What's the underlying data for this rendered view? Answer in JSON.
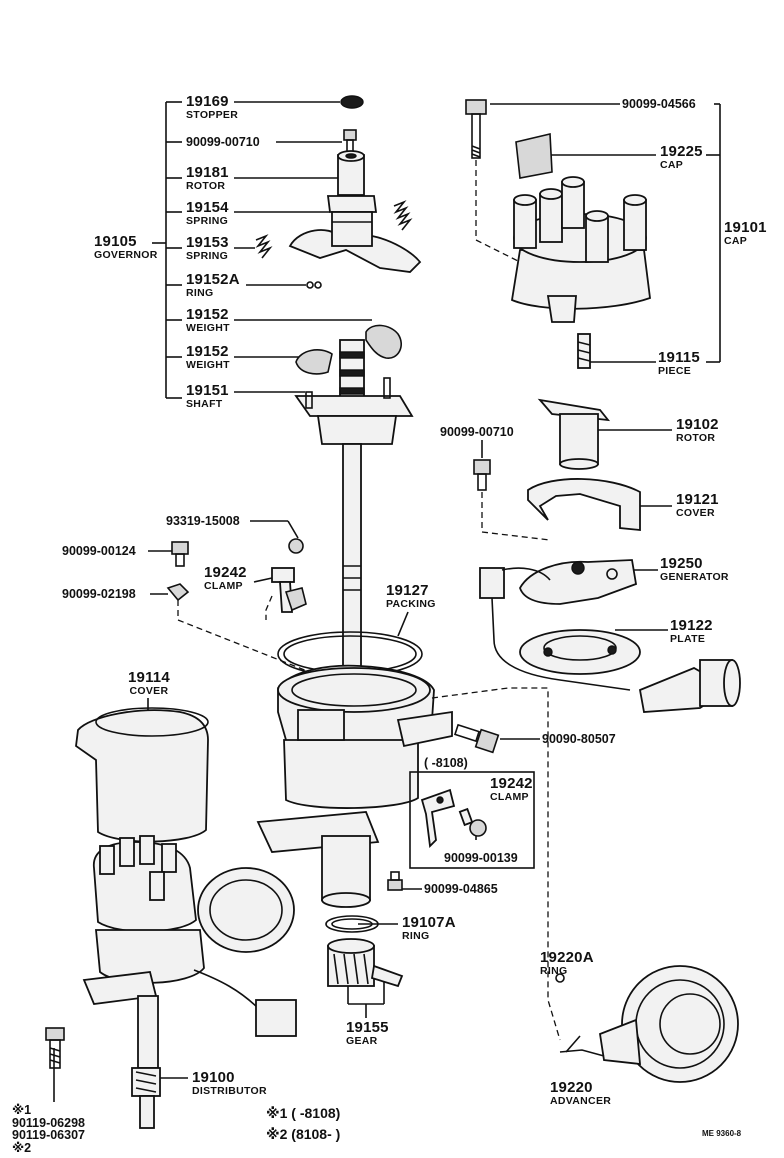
{
  "parts": {
    "p19169": {
      "number": "19169",
      "name": "STOPPER"
    },
    "p90099_00710_top": {
      "number": "90099-00710"
    },
    "p19181": {
      "number": "19181",
      "name": "ROTOR"
    },
    "p19154": {
      "number": "19154",
      "name": "SPRING"
    },
    "p19105": {
      "number": "19105",
      "name": "GOVERNOR"
    },
    "p19153": {
      "number": "19153",
      "name": "SPRING"
    },
    "p19152A": {
      "number": "19152A",
      "name": "RING"
    },
    "p19152_a": {
      "number": "19152",
      "name": "WEIGHT"
    },
    "p19152_b": {
      "number": "19152",
      "name": "WEIGHT"
    },
    "p19151": {
      "number": "19151",
      "name": "SHAFT"
    },
    "p90099_04566": {
      "number": "90099-04566"
    },
    "p19225": {
      "number": "19225",
      "name": "CAP"
    },
    "p19101": {
      "number": "19101",
      "name": "CAP"
    },
    "p19115": {
      "number": "19115",
      "name": "PIECE"
    },
    "p90099_00710_mid": {
      "number": "90099-00710"
    },
    "p19102": {
      "number": "19102",
      "name": "ROTOR"
    },
    "p19121": {
      "number": "19121",
      "name": "COVER"
    },
    "p93319_15008": {
      "number": "93319-15008"
    },
    "p90099_00124": {
      "number": "90099-00124"
    },
    "p19242_a": {
      "number": "19242",
      "name": "CLAMP"
    },
    "p90099_02198": {
      "number": "90099-02198"
    },
    "p19127": {
      "number": "19127",
      "name": "PACKING"
    },
    "p19250": {
      "number": "19250",
      "name": "GENERATOR"
    },
    "p19122": {
      "number": "19122",
      "name": "PLATE"
    },
    "p19114": {
      "number": "19114",
      "name": "COVER"
    },
    "p90090_80507": {
      "number": "90090-80507"
    },
    "range_8108": "(      -8108)",
    "p19242_b": {
      "number": "19242",
      "name": "CLAMP"
    },
    "p90099_00139": {
      "number": "90099-00139"
    },
    "p90099_04865": {
      "number": "90099-04865"
    },
    "p19107A": {
      "number": "19107A",
      "name": "RING"
    },
    "p19220A": {
      "number": "19220A",
      "name": "RING"
    },
    "p19155": {
      "number": "19155",
      "name": "GEAR"
    },
    "p19220": {
      "number": "19220",
      "name": "ADVANCER"
    },
    "p19100": {
      "number": "19100",
      "name": "DISTRIBUTOR"
    },
    "bolt_note": {
      "mark1": "※1",
      "num1": "90119-06298",
      "num2": "90119-06307",
      "mark2": "※2"
    }
  },
  "legend": {
    "line1": "※1 (      -8108)",
    "line2": "※2 (8108-      )"
  },
  "ref_code": "ME 9360-8"
}
